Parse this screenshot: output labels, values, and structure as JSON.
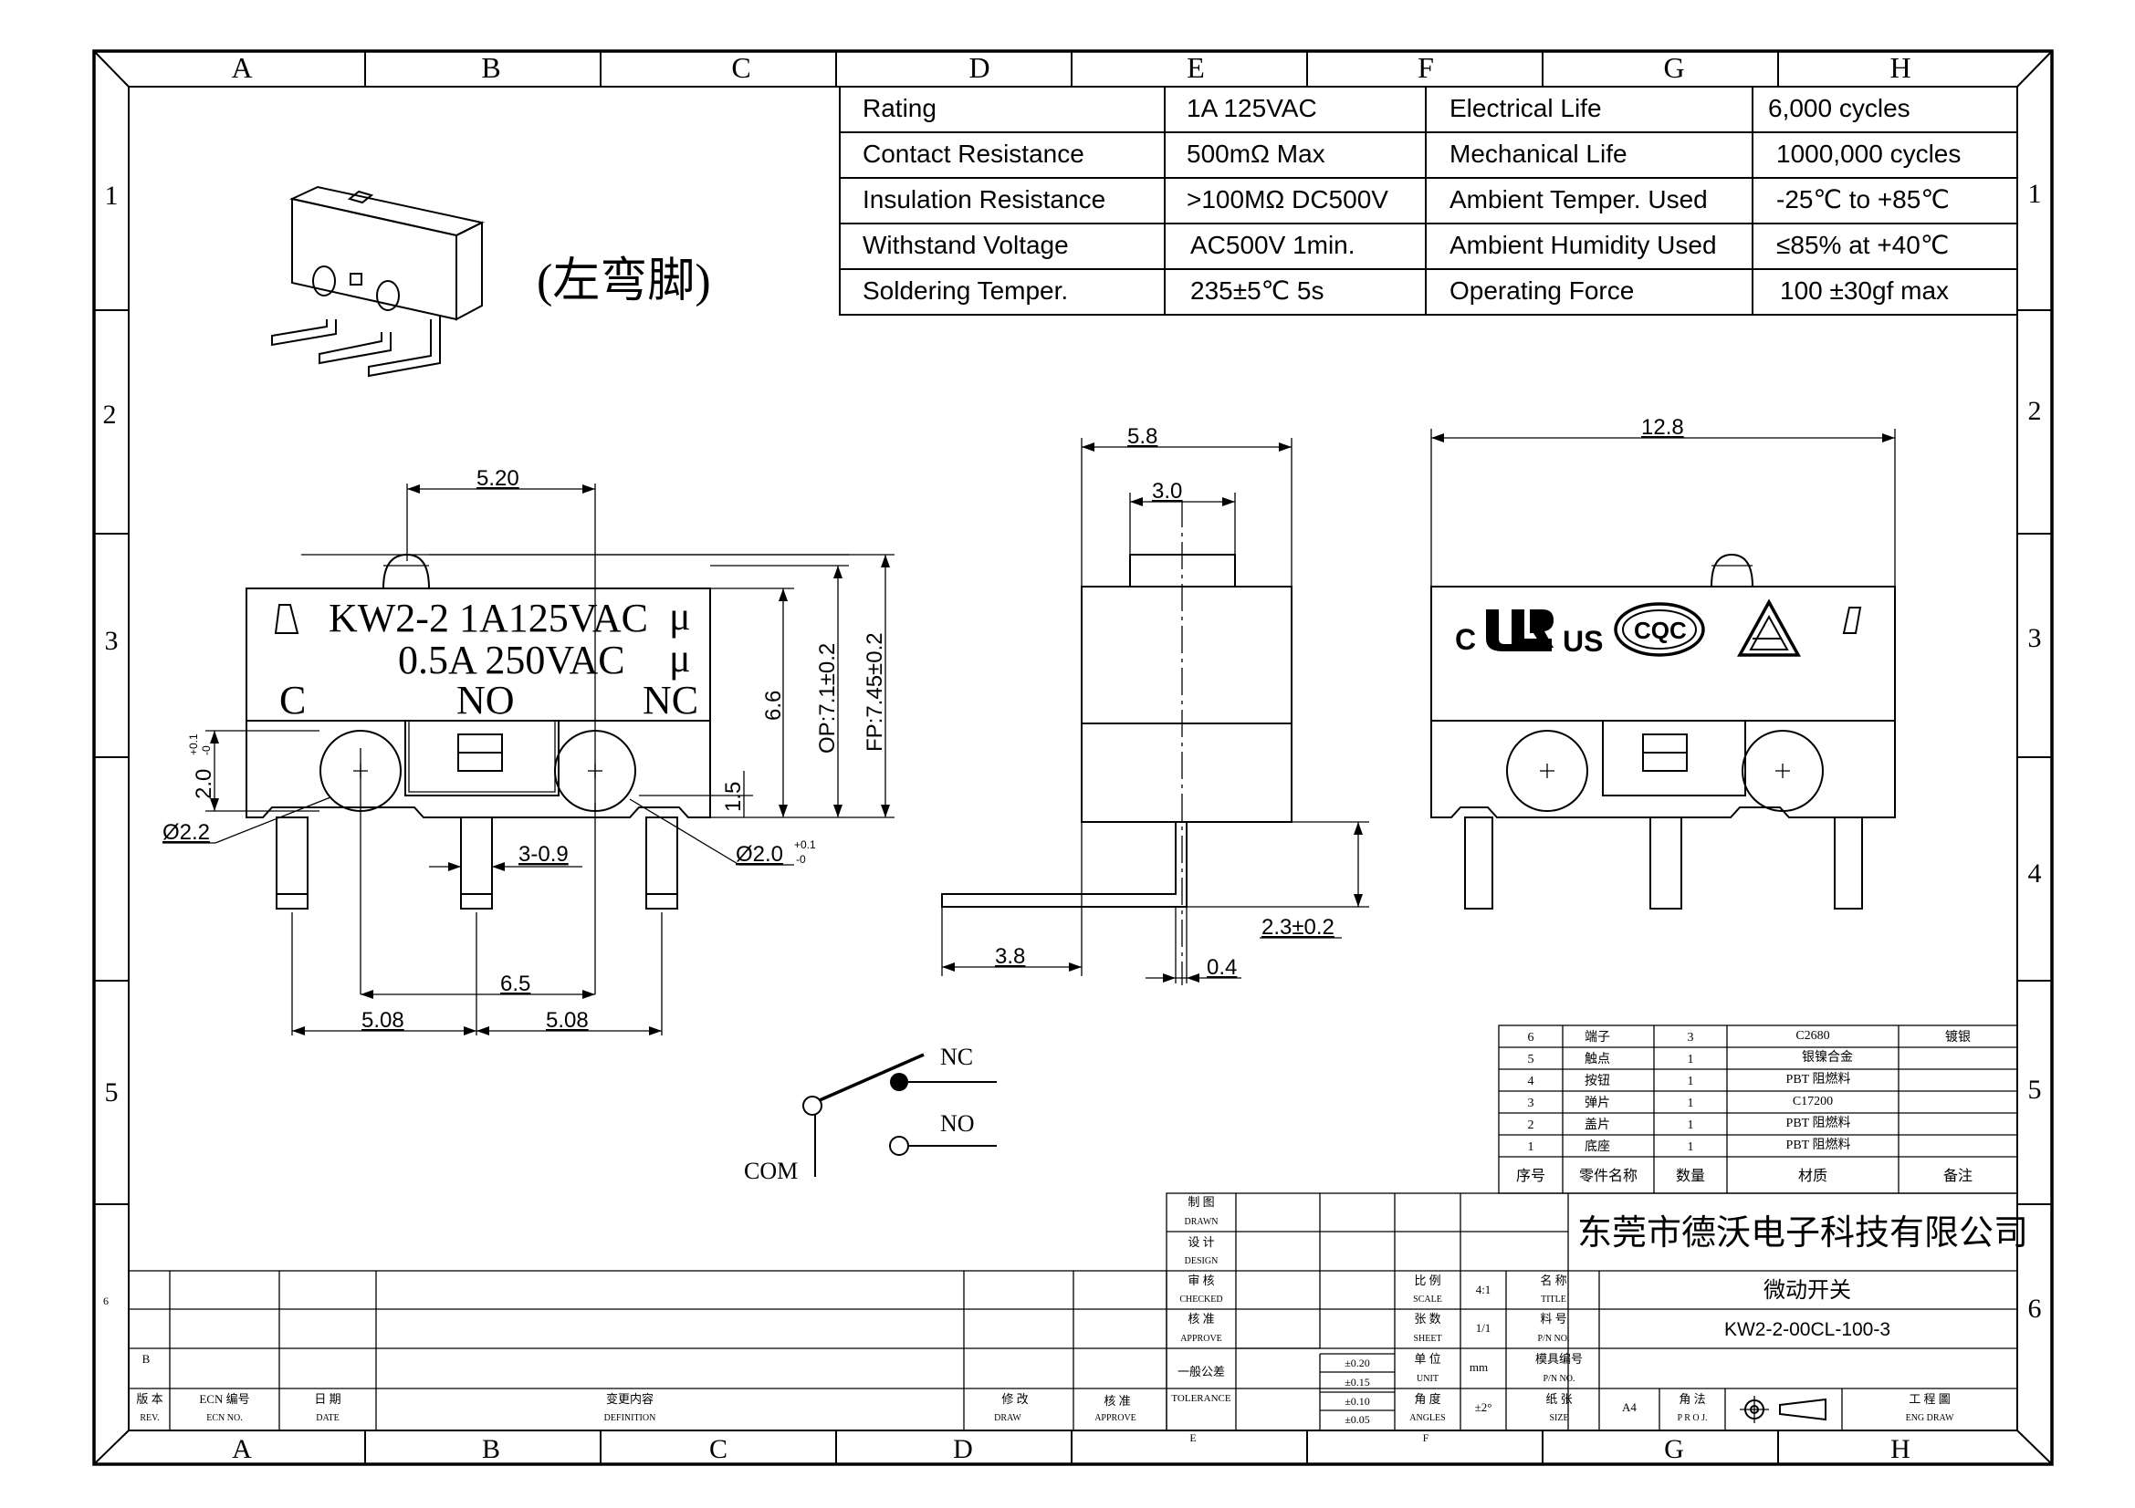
{
  "frame": {
    "columns": [
      "A",
      "B",
      "C",
      "D",
      "E",
      "F",
      "G",
      "H"
    ],
    "bottom_columns": [
      "A",
      "B",
      "C",
      "D",
      "E",
      "F",
      "G",
      "H"
    ],
    "rows": [
      "1",
      "2",
      "3",
      "4",
      "5",
      "6"
    ]
  },
  "product_label": "(左弯脚)",
  "spec_table": [
    [
      "Rating",
      "1A  125VAC",
      "Electrical Life",
      "6,000 cycles"
    ],
    [
      "Contact Resistance",
      "500mΩ   Max",
      "Mechanical Life",
      "1000,000 cycles"
    ],
    [
      "Insulation Resistance",
      ">100MΩ DC500V",
      "Ambient Temper. Used",
      "-25℃ to +85℃"
    ],
    [
      "Withstand Voltage",
      "AC500V  1min.",
      "Ambient Humidity Used",
      "≤85% at +40℃"
    ],
    [
      "Soldering Temper.",
      "235±5℃ 5s",
      "Operating Force",
      "100 ±30gf max"
    ]
  ],
  "front_view": {
    "marking_line1": "KW2-2  1A125VAC",
    "marking_line2": "0.5A  250VAC",
    "micro": "μ",
    "terminal_c": "C",
    "terminal_no": "NO",
    "terminal_nc": "NC",
    "dims": {
      "top_width": "5.20",
      "height_66": "6.6",
      "op": "OP:7.1±0.2",
      "fp": "FP:7.45±0.2",
      "hole_height": "2.0",
      "hole_tol_plus": "+0.1",
      "hole_tol_minus": "-0",
      "dim_15": "1.5",
      "dia22": "Ø2.2",
      "dia20": "Ø2.0",
      "dia20_tol_plus": "+0.1",
      "dia20_tol_minus": "-0",
      "pin_width": "3-0.9",
      "pitch_65": "6.5",
      "pitch_508a": "5.08",
      "pitch_508b": "5.08"
    }
  },
  "side_view": {
    "dims": {
      "width": "5.8",
      "actuator": "3.0",
      "lead_len": "3.8",
      "lead_h": "2.3±0.2",
      "lead_t": "0.4"
    }
  },
  "rear_view": {
    "dims": {
      "width": "12.8"
    },
    "mark_c": "C",
    "mark_us": "US",
    "mark_cqc": "CQC"
  },
  "schematic": {
    "nc": "NC",
    "no": "NO",
    "com": "COM"
  },
  "bom": {
    "rows": [
      [
        "6",
        "端子",
        "3",
        "C2680",
        "镀银"
      ],
      [
        "5",
        "触点",
        "1",
        "银镍合金",
        ""
      ],
      [
        "4",
        "按钮",
        "1",
        "PBT  阻燃料",
        ""
      ],
      [
        "3",
        "弹片",
        "1",
        "C17200",
        ""
      ],
      [
        "2",
        "盖片",
        "1",
        "PBT  阻燃料",
        ""
      ],
      [
        "1",
        "底座",
        "1",
        "PBT  阻燃料",
        ""
      ]
    ],
    "header": [
      "序号",
      "零件名称",
      "数量",
      "材质",
      "备注"
    ]
  },
  "title_block": {
    "company": "东莞市德沃电子科技有限公司",
    "labels": {
      "drawn_cn": "制 图",
      "drawn_en": "DRAWN",
      "design_cn": "设 计",
      "design_en": "DESIGN",
      "checked_cn": "审 核",
      "checked_en": "CHECKED",
      "approve_cn": "核 准",
      "approve_en": "APPROVE",
      "tolerance_cn": "一般公差",
      "tolerance_en": "TOLERANCE",
      "scale_cn": "比 例",
      "scale_en": "SCALE",
      "sheet_cn": "张 数",
      "sheet_en": "SHEET",
      "unit_cn": "单 位",
      "unit_en": "UNIT",
      "angles_cn": "角 度",
      "angles_en": "ANGLES",
      "title_cn": "名 称",
      "title_en": "TITLE",
      "pn_cn": "料 号",
      "pn_en": "P/N NO.",
      "mold_cn": "模具编号",
      "mold_en": "P/N NO.",
      "size_cn": "纸 张",
      "size_en": "SIZE",
      "proj_cn": "角 法",
      "proj_en": "P R O J.",
      "eng_cn": "工 程 圖",
      "eng_en": "ENG DRAW"
    },
    "scale": "4:1",
    "sheet": "1/1",
    "unit": "mm",
    "angle": "±2°",
    "size": "A4",
    "tolerances": [
      "±0.20",
      "±0.15",
      "±0.10",
      "±0.05"
    ],
    "title": "微动开关",
    "part_no": "KW2-2-00CL-100-3"
  },
  "revision_block": {
    "rev_cn": "版 本",
    "rev_en": "REV.",
    "ecn_cn": "ECN 编号",
    "ecn_en": "ECN NO.",
    "date_cn": "日 期",
    "date_en": "DATE",
    "def_cn": "变更内容",
    "def_en": "DEFINITION",
    "draw_cn": "修 改",
    "draw_en": "DRAW",
    "appr_cn": "核 准",
    "appr_en": "APPROVE",
    "row_b": "B"
  }
}
